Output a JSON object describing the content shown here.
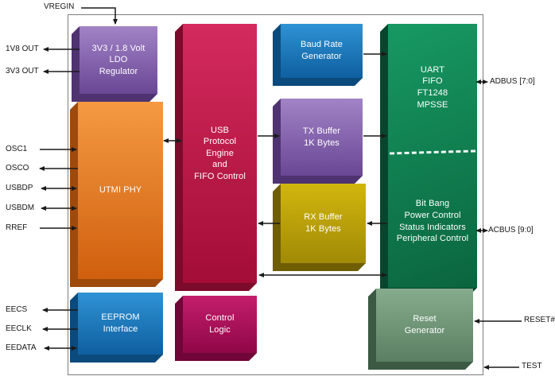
{
  "blocks": {
    "ldo": {
      "label": "3V3 / 1.8 Volt\nLDO\nRegulator",
      "color": "#7a53a4"
    },
    "utmi": {
      "label": "UTMI PHY",
      "color": "#e8751f"
    },
    "engine": {
      "label": "USB\nProtocol\nEngine\nand\nFIFO Control",
      "color": "#bd1644"
    },
    "baud": {
      "label": "Baud Rate\nGenerator",
      "color": "#1777bc"
    },
    "tx": {
      "label": "TX Buffer\n1K Bytes",
      "color": "#7a53a4"
    },
    "rx": {
      "label": "RX Buffer\n1K Bytes",
      "color": "#bda10a"
    },
    "uart": {
      "label": "UART\nFIFO\nFT1248\nMPSSE",
      "color": "#11825a"
    },
    "bitbang": {
      "label": "Bit Bang\nPower Control\nStatus Indicators\nPeripheral Control",
      "color": "#11825a"
    },
    "eeprom": {
      "label": "EEPROM\nInterface",
      "color": "#1777bc"
    },
    "control": {
      "label": "Control\nLogic",
      "color": "#a80d53"
    },
    "reset": {
      "label": "Reset\nGenerator",
      "color": "#69936f"
    }
  },
  "pins": {
    "vregin": "VREGIN",
    "v18out": "1V8 OUT",
    "v33out": "3V3 OUT",
    "osc1": "OSC1",
    "osco": "OSCO",
    "usbdp": "USBDP",
    "usbdm": "USBDM",
    "rref": "RREF",
    "eecs": "EECS",
    "eeclk": "EECLK",
    "eedata": "EEDATA",
    "adbus": "ADBUS [7:0]",
    "acbus": "ACBUS [9:0]",
    "resetn": "RESET#",
    "test": "TEST"
  }
}
